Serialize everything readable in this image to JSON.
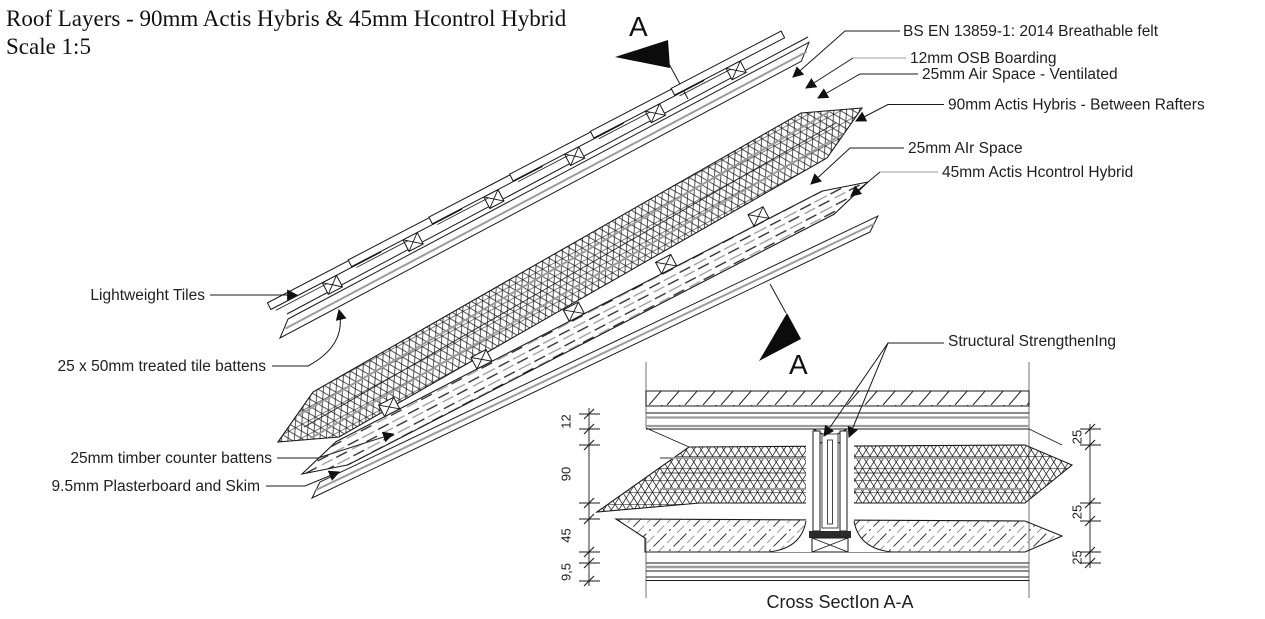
{
  "title": {
    "line1": "Roof Layers - 90mm Actis Hybris & 45mm Hcontrol Hybrid",
    "line2": "Scale 1:5"
  },
  "section_markers": {
    "top": "A",
    "bottom": "A"
  },
  "exploded_view": {
    "labels_left": [
      {
        "text": "Lightweight Tiles"
      },
      {
        "text": "25 x 50mm treated tile battens"
      },
      {
        "text": "25mm timber counter battens"
      },
      {
        "text": "9.5mm Plasterboard and Skim"
      }
    ],
    "labels_right": [
      {
        "text": "BS EN 13859-1: 2014 Breathable felt"
      },
      {
        "text": "12mm OSB Boarding"
      },
      {
        "text": "25mm Air Space - Ventilated"
      },
      {
        "text": "90mm Actis Hybris - Between Rafters"
      },
      {
        "text": "25mm AIr Space"
      },
      {
        "text": "45mm Actis Hcontrol Hybrid"
      }
    ]
  },
  "cross_section": {
    "caption": "Cross SectIon A-A",
    "structural_label": "Structural StrengthenIng",
    "dims_left": [
      "12",
      "90",
      "45",
      "9,5"
    ],
    "dims_right": [
      "25",
      "25",
      "25"
    ]
  },
  "colors": {
    "line": "#1a1a1a",
    "gray": "#9c9c9c",
    "background": "#ffffff"
  }
}
